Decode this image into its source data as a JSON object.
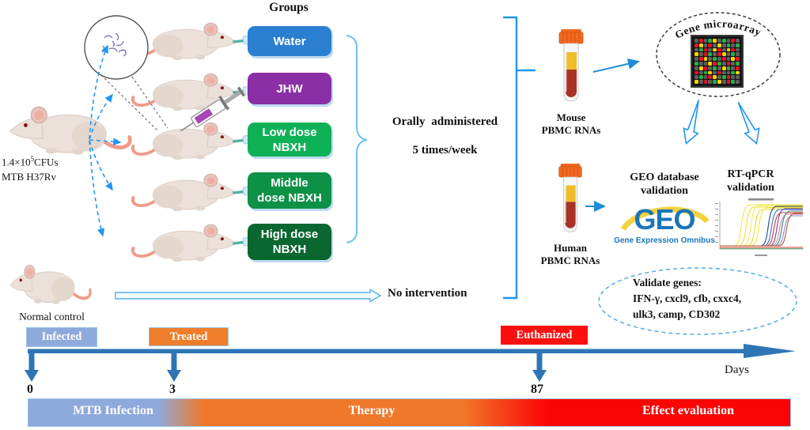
{
  "figure": {
    "groups_title": "Groups",
    "inoculum": {
      "prefix": "1.4×10",
      "exp": "5",
      "suffix": "CFUs",
      "line2": "MTB H37Rv"
    },
    "normal_control_label": "Normal control",
    "groups": [
      {
        "label_line1": "Water",
        "label_line2": "",
        "color": "#2b7fd0"
      },
      {
        "label_line1": "JHW",
        "label_line2": "",
        "color": "#8a2fa6"
      },
      {
        "label_line1": "Low dose",
        "label_line2": "NBXH",
        "color": "#0fb156"
      },
      {
        "label_line1": "Middle",
        "label_line2": "dose NBXH",
        "color": "#0c9146"
      },
      {
        "label_line1": "High dose",
        "label_line2": "NBXH",
        "color": "#0a672f"
      }
    ],
    "administration": {
      "line1": "Orally administered",
      "line2": "5 times/week"
    },
    "no_intervention": "No intervention",
    "mouse_sample": {
      "line1": "Mouse",
      "line2": "PBMC RNAs"
    },
    "human_sample": {
      "line1": "Human",
      "line2": "PBMC RNAs"
    },
    "microarray": {
      "label": "Gene microarray",
      "palette": {
        "k": "#5f5f5f",
        "r": "#e81123",
        "g": "#27b043",
        "y": "#ffd300"
      },
      "pattern": [
        "krkgykgkrk",
        "rykrkykgkg",
        "kgrkyrkyrk",
        "ykrgkrykgk",
        "krykgkrkyr",
        "gkkyrgkrkg",
        "kyrkgkygkr",
        "rkgykrkkgy",
        "kgkrykgrkk",
        "ykrkgykrgk"
      ]
    },
    "geo": {
      "title_line1": "GEO database",
      "title_line2": "validation",
      "logo_text": "GEO",
      "tagline": "Gene Expression Omnibus",
      "logo_color": "#1b75bb",
      "accent_color": "#f3cf35"
    },
    "qpcr": {
      "title_line1": "RT-qPCR",
      "title_line2": "validation",
      "curves": [
        {
          "c": "#f5e73e",
          "x": 40,
          "t": 12
        },
        {
          "c": "#efdd2f",
          "x": 46,
          "t": 15
        },
        {
          "c": "#f7ea55",
          "x": 52,
          "t": 13
        },
        {
          "c": "#eed832",
          "x": 57,
          "t": 18
        },
        {
          "c": "#f3e440",
          "x": 62,
          "t": 16
        },
        {
          "c": "#24419b",
          "x": 74,
          "t": 14
        },
        {
          "c": "#3f69c9",
          "x": 78,
          "t": 18
        },
        {
          "c": "#c23a2e",
          "x": 81,
          "t": 22
        },
        {
          "c": "#7a3fa8",
          "x": 85,
          "t": 17
        },
        {
          "c": "#e37fb1",
          "x": 88,
          "t": 24
        },
        {
          "c": "#2f8f6b",
          "x": 91,
          "t": 20
        },
        {
          "c": "#8a8fd6",
          "x": 94,
          "t": 26
        },
        {
          "c": "#b4552e",
          "x": 97,
          "t": 23
        }
      ]
    },
    "validated_genes": {
      "heading": "Validate genes:",
      "line1": "IFN-γ, cxcl9, cfb, cxxc4,",
      "line2": "ulk3, camp, CD302"
    }
  },
  "timeline": {
    "events": [
      {
        "label": "Infected",
        "color": "#8ea9db"
      },
      {
        "label": "Treated",
        "color": "#ef7d2a"
      },
      {
        "label": "Euthanized",
        "color": "#fb0f0f"
      }
    ],
    "days": [
      "0",
      "3",
      "87"
    ],
    "axis_label": "Days",
    "arrow_color": "#2e75b6",
    "phases": [
      {
        "label": "MTB Infection",
        "color": "#8ea9db"
      },
      {
        "label": "Therapy",
        "color": "#f0782a"
      },
      {
        "label": "Effect evaluation",
        "color": "#fa0505"
      }
    ]
  }
}
